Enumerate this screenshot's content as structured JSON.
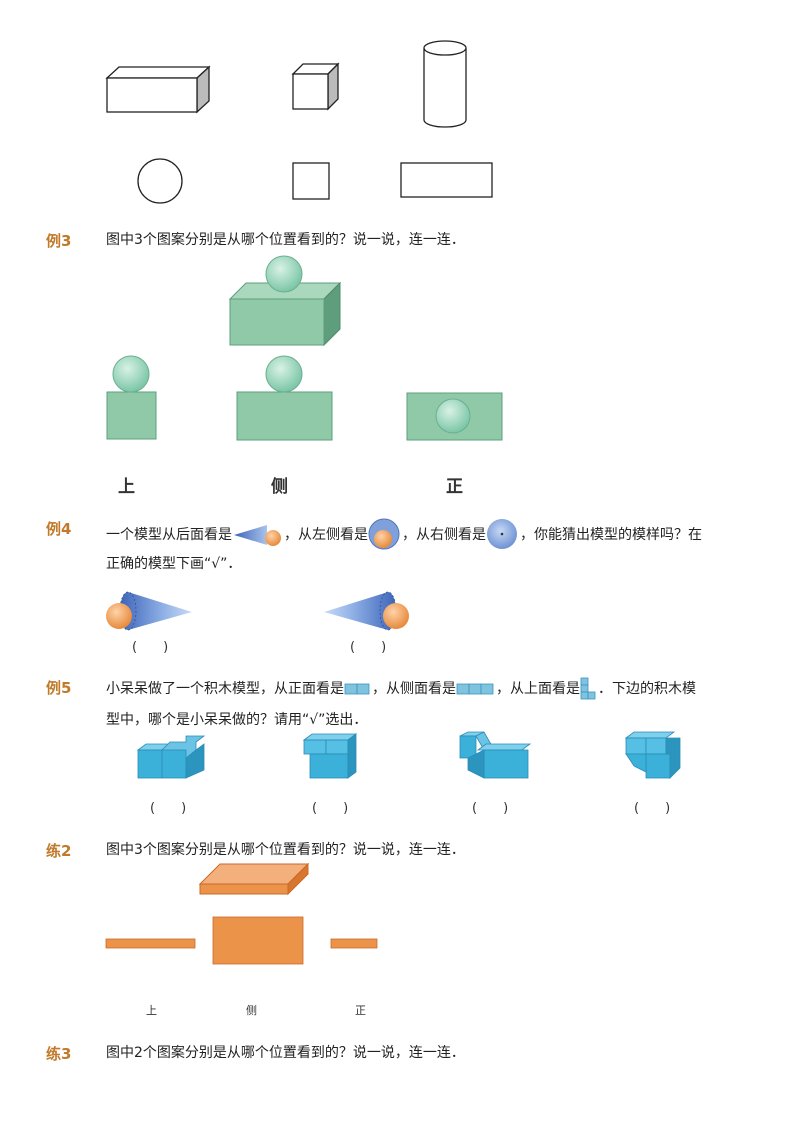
{
  "examples": {
    "ex3": {
      "label": "例3",
      "text": "图中3个图案分别是从哪个位置看到的？说一说，连一连．",
      "views": [
        "上",
        "侧",
        "正"
      ]
    },
    "ex4": {
      "label": "例4",
      "text_1": "一个模型从后面看是",
      "text_2": "，从左侧看是",
      "text_3": "，从右侧看是",
      "text_4": "，你能猜出模型的模样吗？在",
      "text_5": "正确的模型下画“√”．",
      "answer_blanks": [
        "(　　)",
        "(　　)"
      ]
    },
    "ex5": {
      "label": "例5",
      "text_1": "小呆呆做了一个积木模型，从正面看是",
      "text_2": "，从侧面看是",
      "text_3": "，从上面看是",
      "text_4": "．下边的积木模",
      "text_5": "型中，哪个是小呆呆做的？请用“√”选出．",
      "answer_blanks": [
        "(　　)",
        "(　　)",
        "(　　)",
        "(　　)"
      ]
    },
    "pr2": {
      "label": "练2",
      "text": "图中3个图案分别是从哪个位置看到的？说一说，连一连．",
      "views": [
        "上",
        "侧",
        "正"
      ]
    },
    "pr3": {
      "label": "练3",
      "text": "图中2个图案分别是从哪个位置看到的？说一说，连一连．"
    }
  },
  "colors": {
    "label": "#c07a2a",
    "green_face": "#8fc9a8",
    "green_dark": "#5e9e7c",
    "sphere": "#a8dcc6",
    "blue_block": "#3bb1d9",
    "orange": "#ec934a"
  }
}
